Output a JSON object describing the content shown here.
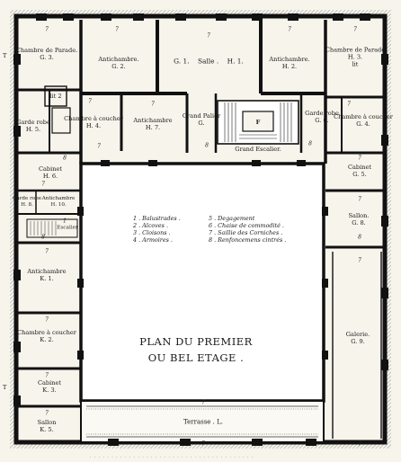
{
  "plan": {
    "title_line1": "PLAN DU PREMIER",
    "title_line2": "OU BEL ETAGE .",
    "edge_marks": [
      "T",
      "T"
    ],
    "scale_text": "· · · · · · · · · · · · · · · · · · · · · · · · · · · · · · · · · · · · · ·"
  },
  "rooms": [
    {
      "key": "chambre-parade-left",
      "name": "Chambre de Parade.",
      "code": "G. 3."
    },
    {
      "key": "antichambre-g2",
      "name": "Antichambre.",
      "code": "G. 2."
    },
    {
      "key": "salle",
      "name": "Salle .",
      "code": "H. 1.",
      "prefix": "G. 1."
    },
    {
      "key": "antichambre-h2",
      "name": "Antichambre.",
      "code": "H. 2."
    },
    {
      "key": "chambre-parade-right",
      "name": "Chambre de Parade",
      "code": "H. 3.",
      "extra": "lit"
    },
    {
      "key": "lit-left",
      "name": "lit",
      "code": "2"
    },
    {
      "key": "garde-robe-h5",
      "name": "Garde robe",
      "code": "H. 5."
    },
    {
      "key": "chambre-coucher-h4",
      "name": "Chambre à coucher",
      "code": "H. 4."
    },
    {
      "key": "antichambre-h7",
      "name": "Antichambre",
      "code": "H. 7."
    },
    {
      "key": "grand-palier",
      "name": "Grand Palier",
      "code": "G."
    },
    {
      "key": "grand-escalier",
      "name": "Grand Escalier.",
      "code": "F"
    },
    {
      "key": "garde-robe-g6",
      "name": "Garde robe",
      "code": "G. 6."
    },
    {
      "key": "chambre-coucher-g4",
      "name": "Chambre à coucher",
      "code": "G. 4."
    },
    {
      "key": "cabinet-h6",
      "name": "Cabinet",
      "code": "H. 6."
    },
    {
      "key": "cabinet-g5",
      "name": "Cabinet",
      "code": "G. 5."
    },
    {
      "key": "garde-robe-h8",
      "name": "Garde robe",
      "code": "H. 8."
    },
    {
      "key": "antichambre-h10",
      "name": "Antichambre",
      "code": "H. 10."
    },
    {
      "key": "escalier-left",
      "name": "Escalier",
      "code": ""
    },
    {
      "key": "sallon-g8",
      "name": "Sallon.",
      "code": "G. 8."
    },
    {
      "key": "antichambre-k1",
      "name": "Antichambre",
      "code": "K. 1."
    },
    {
      "key": "chambre-coucher-k2",
      "name": "Chambre à coucher",
      "code": "K. 2."
    },
    {
      "key": "cabinet-k3",
      "name": "Cabinet",
      "code": "K. 3."
    },
    {
      "key": "sallon-k5",
      "name": "Sallon",
      "code": "K. 5."
    },
    {
      "key": "galerie-g9",
      "name": "Galerie.",
      "code": "G. 9."
    },
    {
      "key": "terrasse",
      "name": "Terrasse . L.",
      "code": ""
    }
  ],
  "legend": [
    [
      "1 . Balustrades .",
      "5 . Degagement"
    ],
    [
      "2 . Alcoves .",
      "6 . Chaise de commodité ."
    ],
    [
      "3 . Cloisons .",
      "7 . Saillie des Corniches ."
    ],
    [
      "4 . Armoires .",
      "8 . Renfoncemens cintrés ."
    ]
  ],
  "numbers": [
    "7",
    "7",
    "7",
    "7",
    "7",
    "7",
    "7",
    "7",
    "8",
    "8",
    "7",
    "8",
    "7",
    "7",
    "7",
    "8",
    "8",
    "1",
    "7",
    "7",
    "7",
    "7",
    "7",
    "7",
    "7",
    "7"
  ]
}
